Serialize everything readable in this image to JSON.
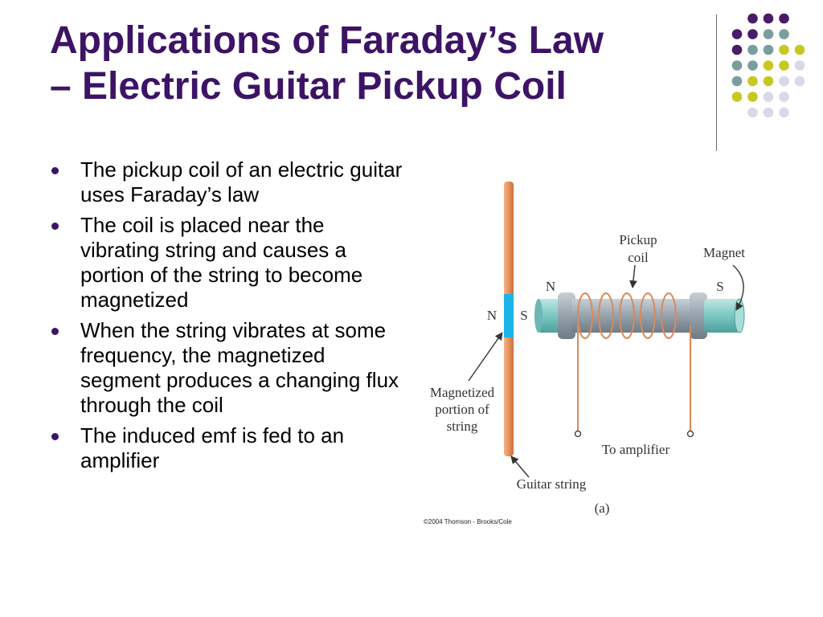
{
  "title": {
    "line1": "Applications of Faraday’s Law",
    "line2": "– Electric Guitar Pickup Coil"
  },
  "bullets": [
    "The pickup coil of an electric guitar uses Faraday’s law",
    "The coil is placed near the vibrating string and causes a portion of the string to become magnetized",
    "When the string vibrates at some frequency, the magnetized segment produces a changing flux through the coil",
    "The induced emf is fed to an amplifier"
  ],
  "diagram": {
    "labels": {
      "pickup_coil_1": "Pickup",
      "pickup_coil_2": "coil",
      "magnet": "Magnet",
      "magnet_n": "N",
      "magnet_s": "S",
      "string_n": "N",
      "string_s": "S",
      "magnetized_1": "Magnetized",
      "magnetized_2": "portion of",
      "magnetized_3": "string",
      "to_amplifier": "To amplifier",
      "guitar_string": "Guitar string",
      "panel": "(a)",
      "credit": "©2004 Thomson - Brooks/Cole"
    },
    "colors": {
      "string": "#e8915a",
      "magnetized": "#1ab6ea",
      "magnet": "#7fcbc7",
      "coil_core": "#9aa6b0",
      "wire": "#d98a58"
    }
  },
  "theme": {
    "title_color": "#3d1366",
    "dot_colors": [
      "#4a1a6b",
      "#7a9ea0",
      "#c8c820",
      "#d8d8e8"
    ]
  }
}
